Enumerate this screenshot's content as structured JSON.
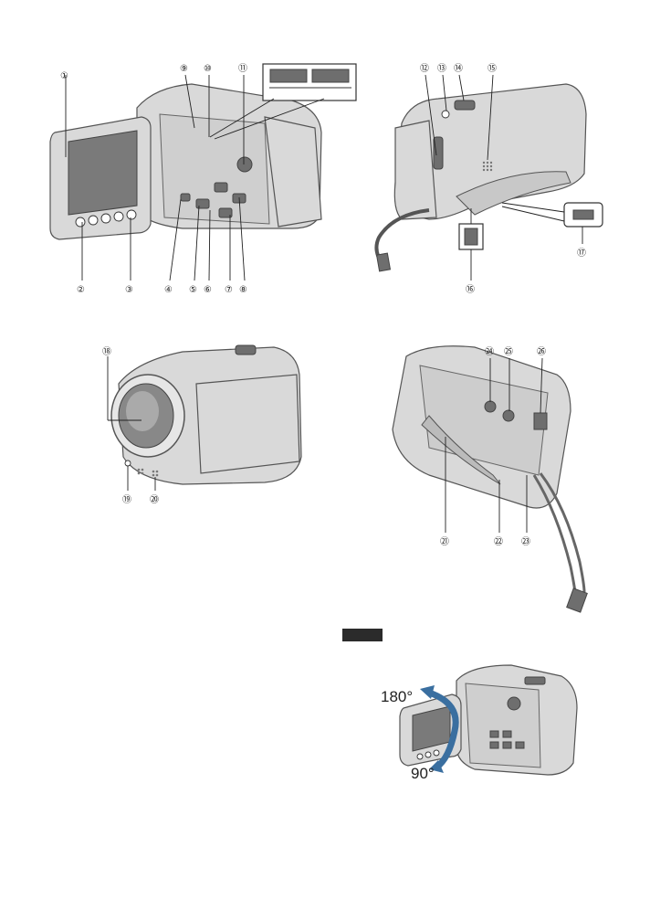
{
  "page": {
    "note_label": "",
    "angle_labels": {
      "open": "180°",
      "close": "90°"
    }
  },
  "callouts": {
    "c1": "①",
    "c2": "②",
    "c3": "③",
    "c4": "④",
    "c5": "⑤",
    "c6": "⑥",
    "c7": "⑦",
    "c8": "⑧",
    "c9": "⑨",
    "c10": "⑩",
    "c11": "⑪",
    "c12": "⑫",
    "c13": "⑬",
    "c14": "⑭",
    "c15": "⑮",
    "c16": "⑯",
    "c17": "⑰",
    "c18": "⑱",
    "c19": "⑲",
    "c20": "⑳",
    "c21": "㉑",
    "c22": "㉒",
    "c23": "㉓",
    "c24": "㉔",
    "c25": "㉕",
    "c26": "㉖"
  },
  "colors": {
    "body": "#d9d9d9",
    "outline": "#555555",
    "dark": "#6e6e6e",
    "note_badge": "#2b2b2b"
  }
}
